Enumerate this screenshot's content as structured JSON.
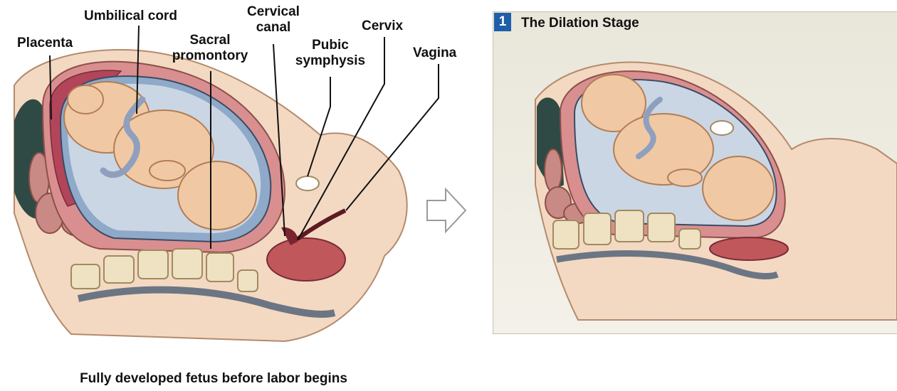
{
  "labels": {
    "placenta": "Placenta",
    "umbilical_cord": "Umbilical cord",
    "sacral_promontory_1": "Sacral",
    "sacral_promontory_2": "promontory",
    "cervical_canal_1": "Cervical",
    "cervical_canal_2": "canal",
    "pubic_symphysis_1": "Pubic",
    "pubic_symphysis_2": "symphysis",
    "cervix": "Cervix",
    "vagina": "Vagina"
  },
  "caption": "Fully developed fetus before labor begins",
  "stage": {
    "number": "1",
    "title": "The Dilation Stage"
  },
  "colors": {
    "badge": "#1f5ea8",
    "skin": "#f0c9a4",
    "uterus_wall": "#d98f8f",
    "amniotic": "#8fa9c8",
    "bone": "#efe2c2",
    "background_panel": "#ece9de"
  }
}
